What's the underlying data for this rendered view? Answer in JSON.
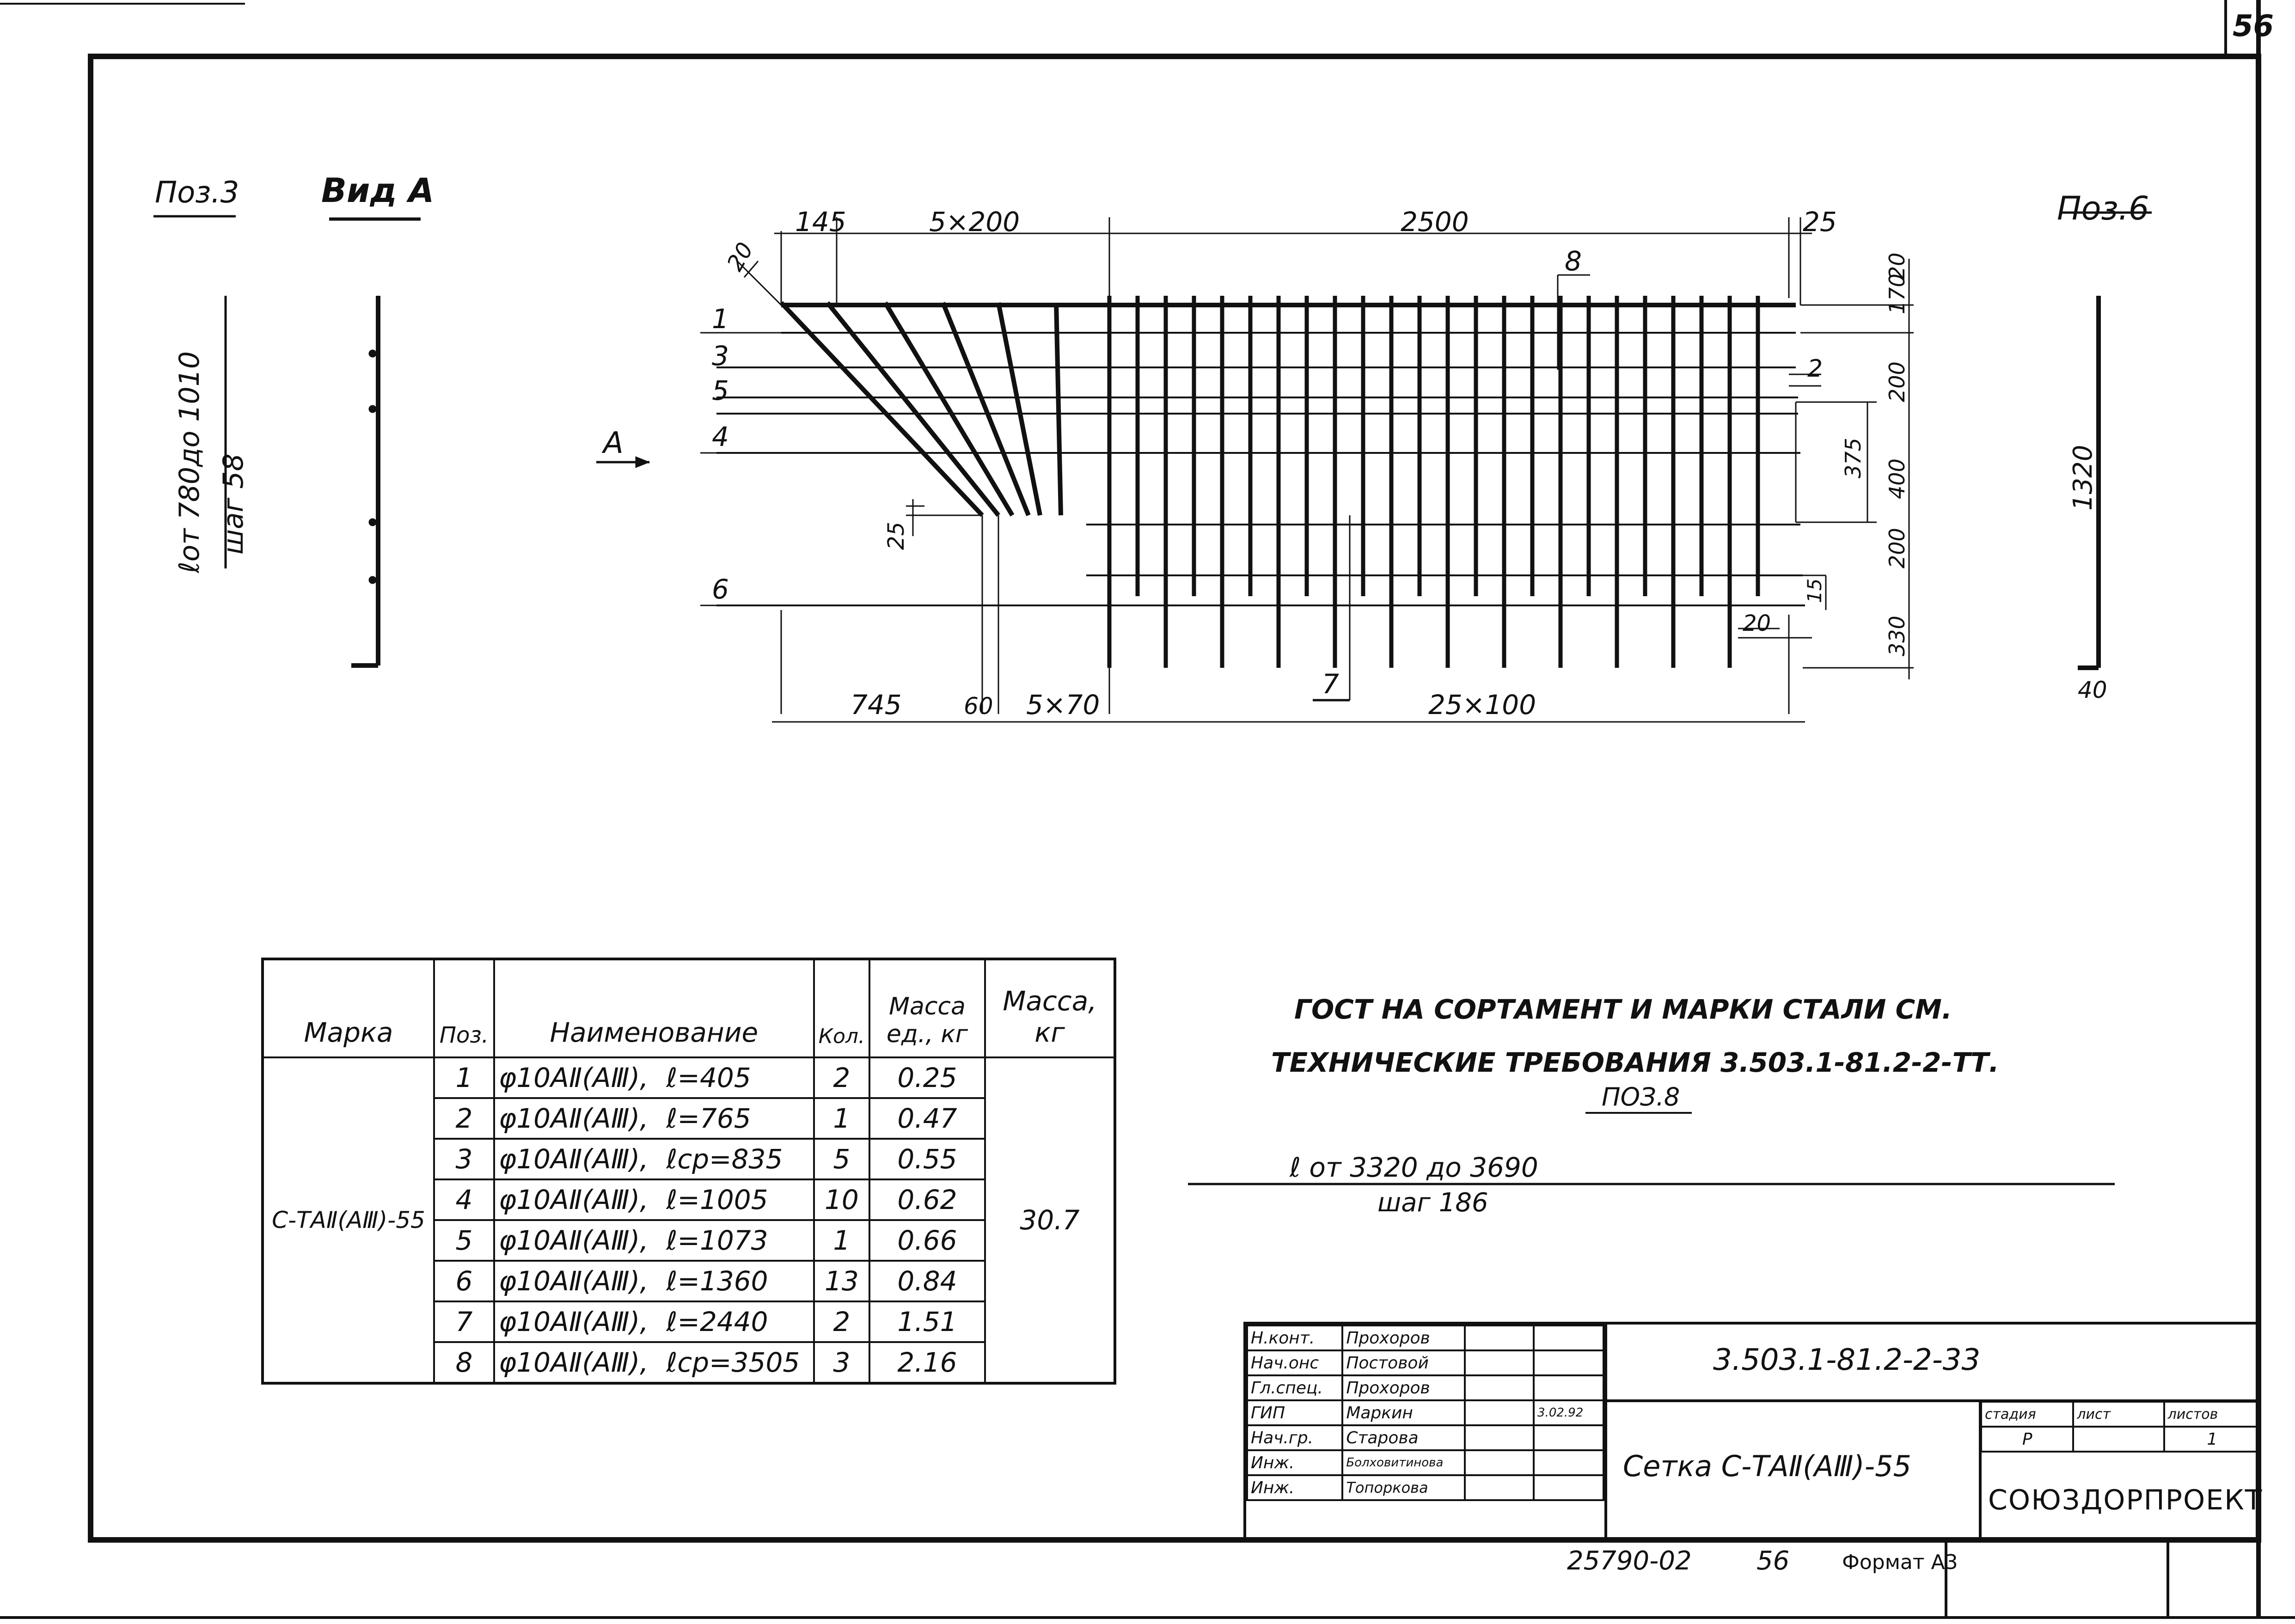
{
  "sheet": {
    "corner_number": "56"
  },
  "left_view": {
    "pos_label": "Поз.3",
    "view_label": "Вид А",
    "length_note": "ℓот 780до 1010",
    "step_note": "шаг 58"
  },
  "right_view": {
    "pos_label": "Поз.6",
    "height_dim": "1320",
    "base_dim": "40"
  },
  "plan": {
    "top_dims": [
      "145",
      "5×200",
      "2500",
      "25"
    ],
    "left_dims": [
      "20"
    ],
    "bottom_dims": [
      "745",
      "60",
      "5×70",
      "25×100"
    ],
    "right_dims": [
      "170",
      "20",
      "200",
      "375",
      "400",
      "200",
      "15",
      "330"
    ],
    "inner_dims": [
      "2",
      "25",
      "20"
    ],
    "row_labels": [
      "1",
      "3",
      "5",
      "4",
      "6"
    ],
    "callouts": [
      "8",
      "7"
    ],
    "view_arrow_label": "А"
  },
  "spec_table": {
    "headers": [
      "Марка",
      "Поз.",
      "Наименование",
      "Кол.",
      "Масса ед., кг",
      "Масса, кг"
    ],
    "mark": "С-ТАⅡ(АⅢ)-55",
    "total_mass": "30.7",
    "rows": [
      {
        "pos": "1",
        "name": "φ10АⅡ(АⅢ),",
        "len": "ℓ=405",
        "qty": "2",
        "mass": "0.25"
      },
      {
        "pos": "2",
        "name": "φ10АⅡ(АⅢ),",
        "len": "ℓ=765",
        "qty": "1",
        "mass": "0.47"
      },
      {
        "pos": "3",
        "name": "φ10АⅡ(АⅢ),",
        "len": "ℓср=835",
        "qty": "5",
        "mass": "0.55"
      },
      {
        "pos": "4",
        "name": "φ10АⅡ(АⅢ),",
        "len": "ℓ=1005",
        "qty": "10",
        "mass": "0.62"
      },
      {
        "pos": "5",
        "name": "φ10АⅡ(АⅢ),",
        "len": "ℓ=1073",
        "qty": "1",
        "mass": "0.66"
      },
      {
        "pos": "6",
        "name": "φ10АⅡ(АⅢ),",
        "len": "ℓ=1360",
        "qty": "13",
        "mass": "0.84"
      },
      {
        "pos": "7",
        "name": "φ10АⅡ(АⅢ),",
        "len": "ℓ=2440",
        "qty": "2",
        "mass": "1.51"
      },
      {
        "pos": "8",
        "name": "φ10АⅡ(АⅢ),",
        "len": "ℓср=3505",
        "qty": "3",
        "mass": "2.16"
      }
    ]
  },
  "notes": {
    "gost": "ГОСТ НА СОРТАМЕНТ И МАРКИ СТАЛИ СМ.",
    "tech": "ТЕХНИЧЕСКИЕ ТРЕБОВАНИЯ 3.503.1-81.2-2-ТТ.",
    "pos8_label": "ПОЗ.8",
    "pos8_length": "ℓ от 3320 до 3690",
    "pos8_step": "шаг 186"
  },
  "title_block": {
    "doc_code": "3.503.1-81.2-2-33",
    "title": "Сетка С-ТАⅡ(АⅢ)-55",
    "stage_header": "стадия",
    "sheet_header": "лист",
    "sheets_header": "листов",
    "stage": "Р",
    "sheet": "",
    "sheets": "1",
    "org": "СОЮЗДОРПРОЕКТ",
    "date": "3.02.92",
    "staff": [
      {
        "role": "Н.конт.",
        "name": "Прохоров"
      },
      {
        "role": "Нач.онс",
        "name": "Постовой"
      },
      {
        "role": "Гл.спец.",
        "name": "Прохоров"
      },
      {
        "role": "ГИП",
        "name": "Маркин"
      },
      {
        "role": "Нач.гр.",
        "name": "Старова"
      },
      {
        "role": "Инж.",
        "name": "Болховитинова"
      },
      {
        "role": "Инж.",
        "name": "Топоркова"
      }
    ],
    "bottom_code": "25790-02",
    "bottom_page": "56",
    "format": "Формат А3"
  }
}
